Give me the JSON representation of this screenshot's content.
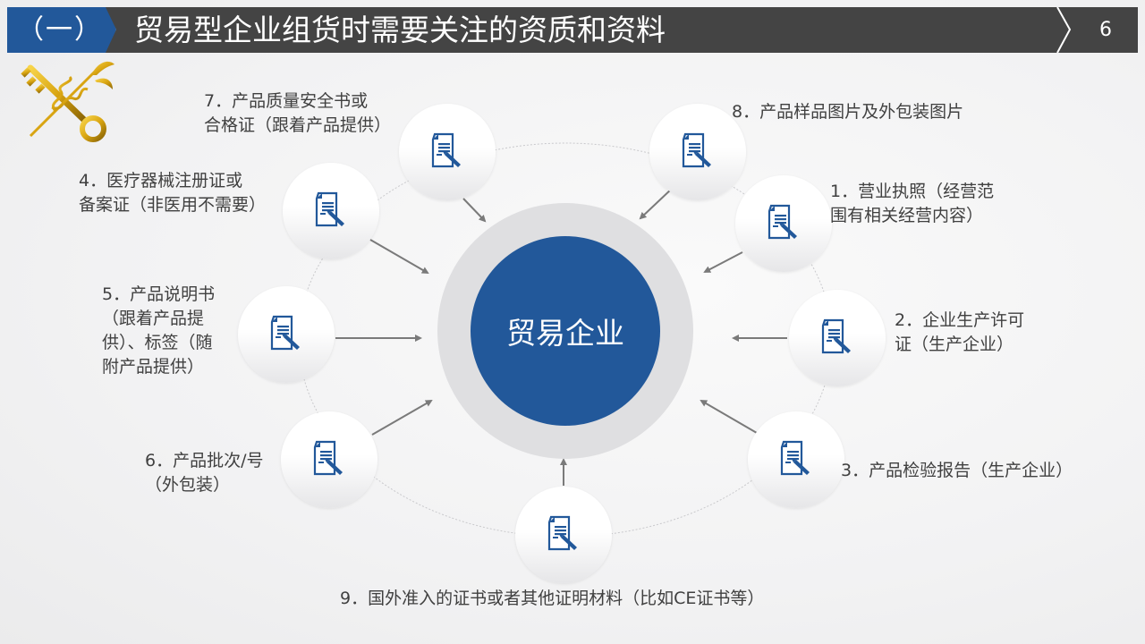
{
  "header": {
    "section_number": "（一）",
    "title": "贸易型企业组货时需要关注的资质和资料",
    "page_number": "6",
    "colors": {
      "section_bg": "#22589a",
      "title_bg": "#444444",
      "text": "#ffffff"
    }
  },
  "logo": {
    "icon": "customs-key-caduceus-emblem"
  },
  "diagram": {
    "hub": {
      "label": "贸易企业",
      "color": "#22589a",
      "ring_color": "#dfdfe1"
    },
    "node_icon": "document-pen-icon",
    "icon_color": "#22589a",
    "items": [
      {
        "number": "1",
        "text": "1．营业执照（经营范\n围有相关经营内容）"
      },
      {
        "number": "2",
        "text": "2．企业生产许可\n证（生产企业）"
      },
      {
        "number": "3",
        "text": "3．产品检验报告（生产企业）"
      },
      {
        "number": "4",
        "text": "4．医疗器械注册证或\n备案证（非医用不需要）"
      },
      {
        "number": "5",
        "text": "5．产品说明书\n（跟着产品提\n供）、标签（随\n附产品提供）"
      },
      {
        "number": "6",
        "text": "6．产品批次/号\n（外包装）"
      },
      {
        "number": "7",
        "text": "7．产品质量安全书或\n合格证（跟着产品提供）"
      },
      {
        "number": "8",
        "text": "8．产品样品图片及外包装图片"
      },
      {
        "number": "9",
        "text": "9．国外准入的证书或者其他证明材料（比如CE证书等）"
      }
    ]
  }
}
